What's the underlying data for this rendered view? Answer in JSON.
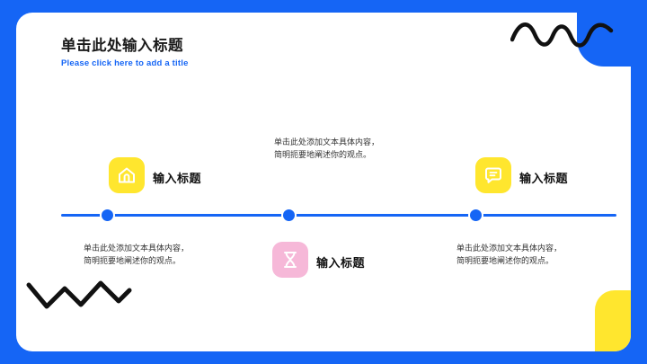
{
  "slide": {
    "title_cn": "单击此处输入标题",
    "title_en": "Please click here to add a title",
    "colors": {
      "background": "#1565f5",
      "card": "#ffffff",
      "accent_yellow": "#ffe62e",
      "accent_pink": "#f6b8d8",
      "text_dark": "#1a1a1a"
    },
    "items": [
      {
        "icon": "home-icon",
        "icon_color": "#ffe62e",
        "label": "输入标题",
        "body_line1": "单击此处添加文本具体内容，",
        "body_line2": "简明扼要地阐述你的观点。"
      },
      {
        "icon": "hourglass-icon",
        "icon_color": "#f6b8d8",
        "label": "输入标题",
        "body_line1": "单击此处添加文本具体内容，",
        "body_line2": "简明扼要地阐述你的观点。"
      },
      {
        "icon": "chat-bubble-icon",
        "icon_color": "#ffe62e",
        "label": "输入标题",
        "body_line1": "单击此处添加文本具体内容，",
        "body_line2": "简明扼要地阐述你的观点。"
      }
    ]
  }
}
